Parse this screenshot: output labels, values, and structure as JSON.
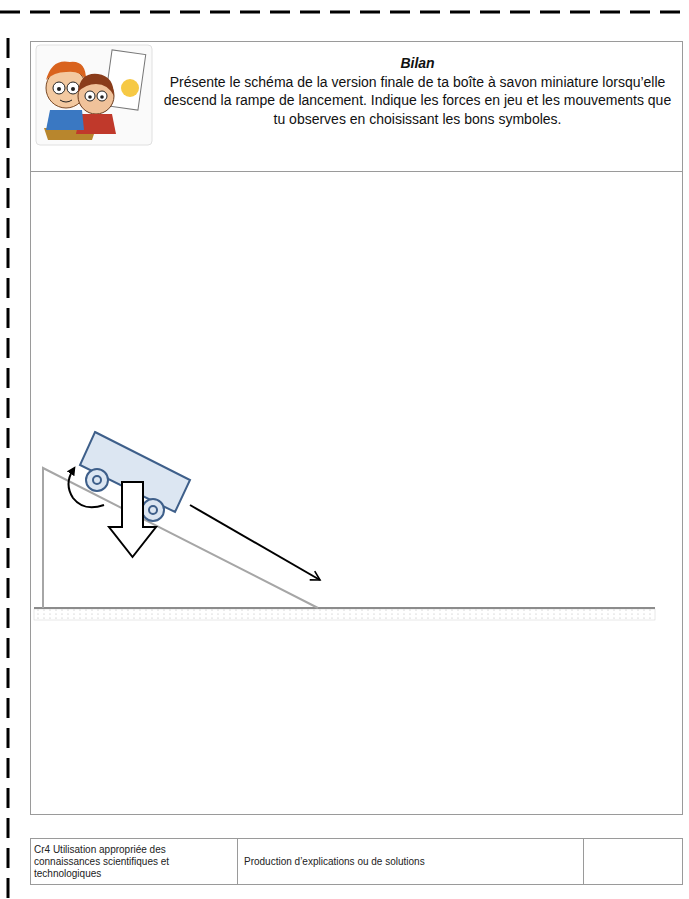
{
  "diagram": {
    "nodes": [
      {
        "text": [
          "Bilan",
          "Présente le schéma de la version finale de ta boîte à savon miniature lorsqu’elle descend la rampe de lancement. Indique les forces en jeu et les mouvements que tu observes en choisissant les bons symboles."
        ]
      }
    ],
    "labels": [
      "Cr4 Utilisation appropriée des connaissances scientifiques et technologiques",
      "Production d’explications ou de solutions"
    ]
  }
}
